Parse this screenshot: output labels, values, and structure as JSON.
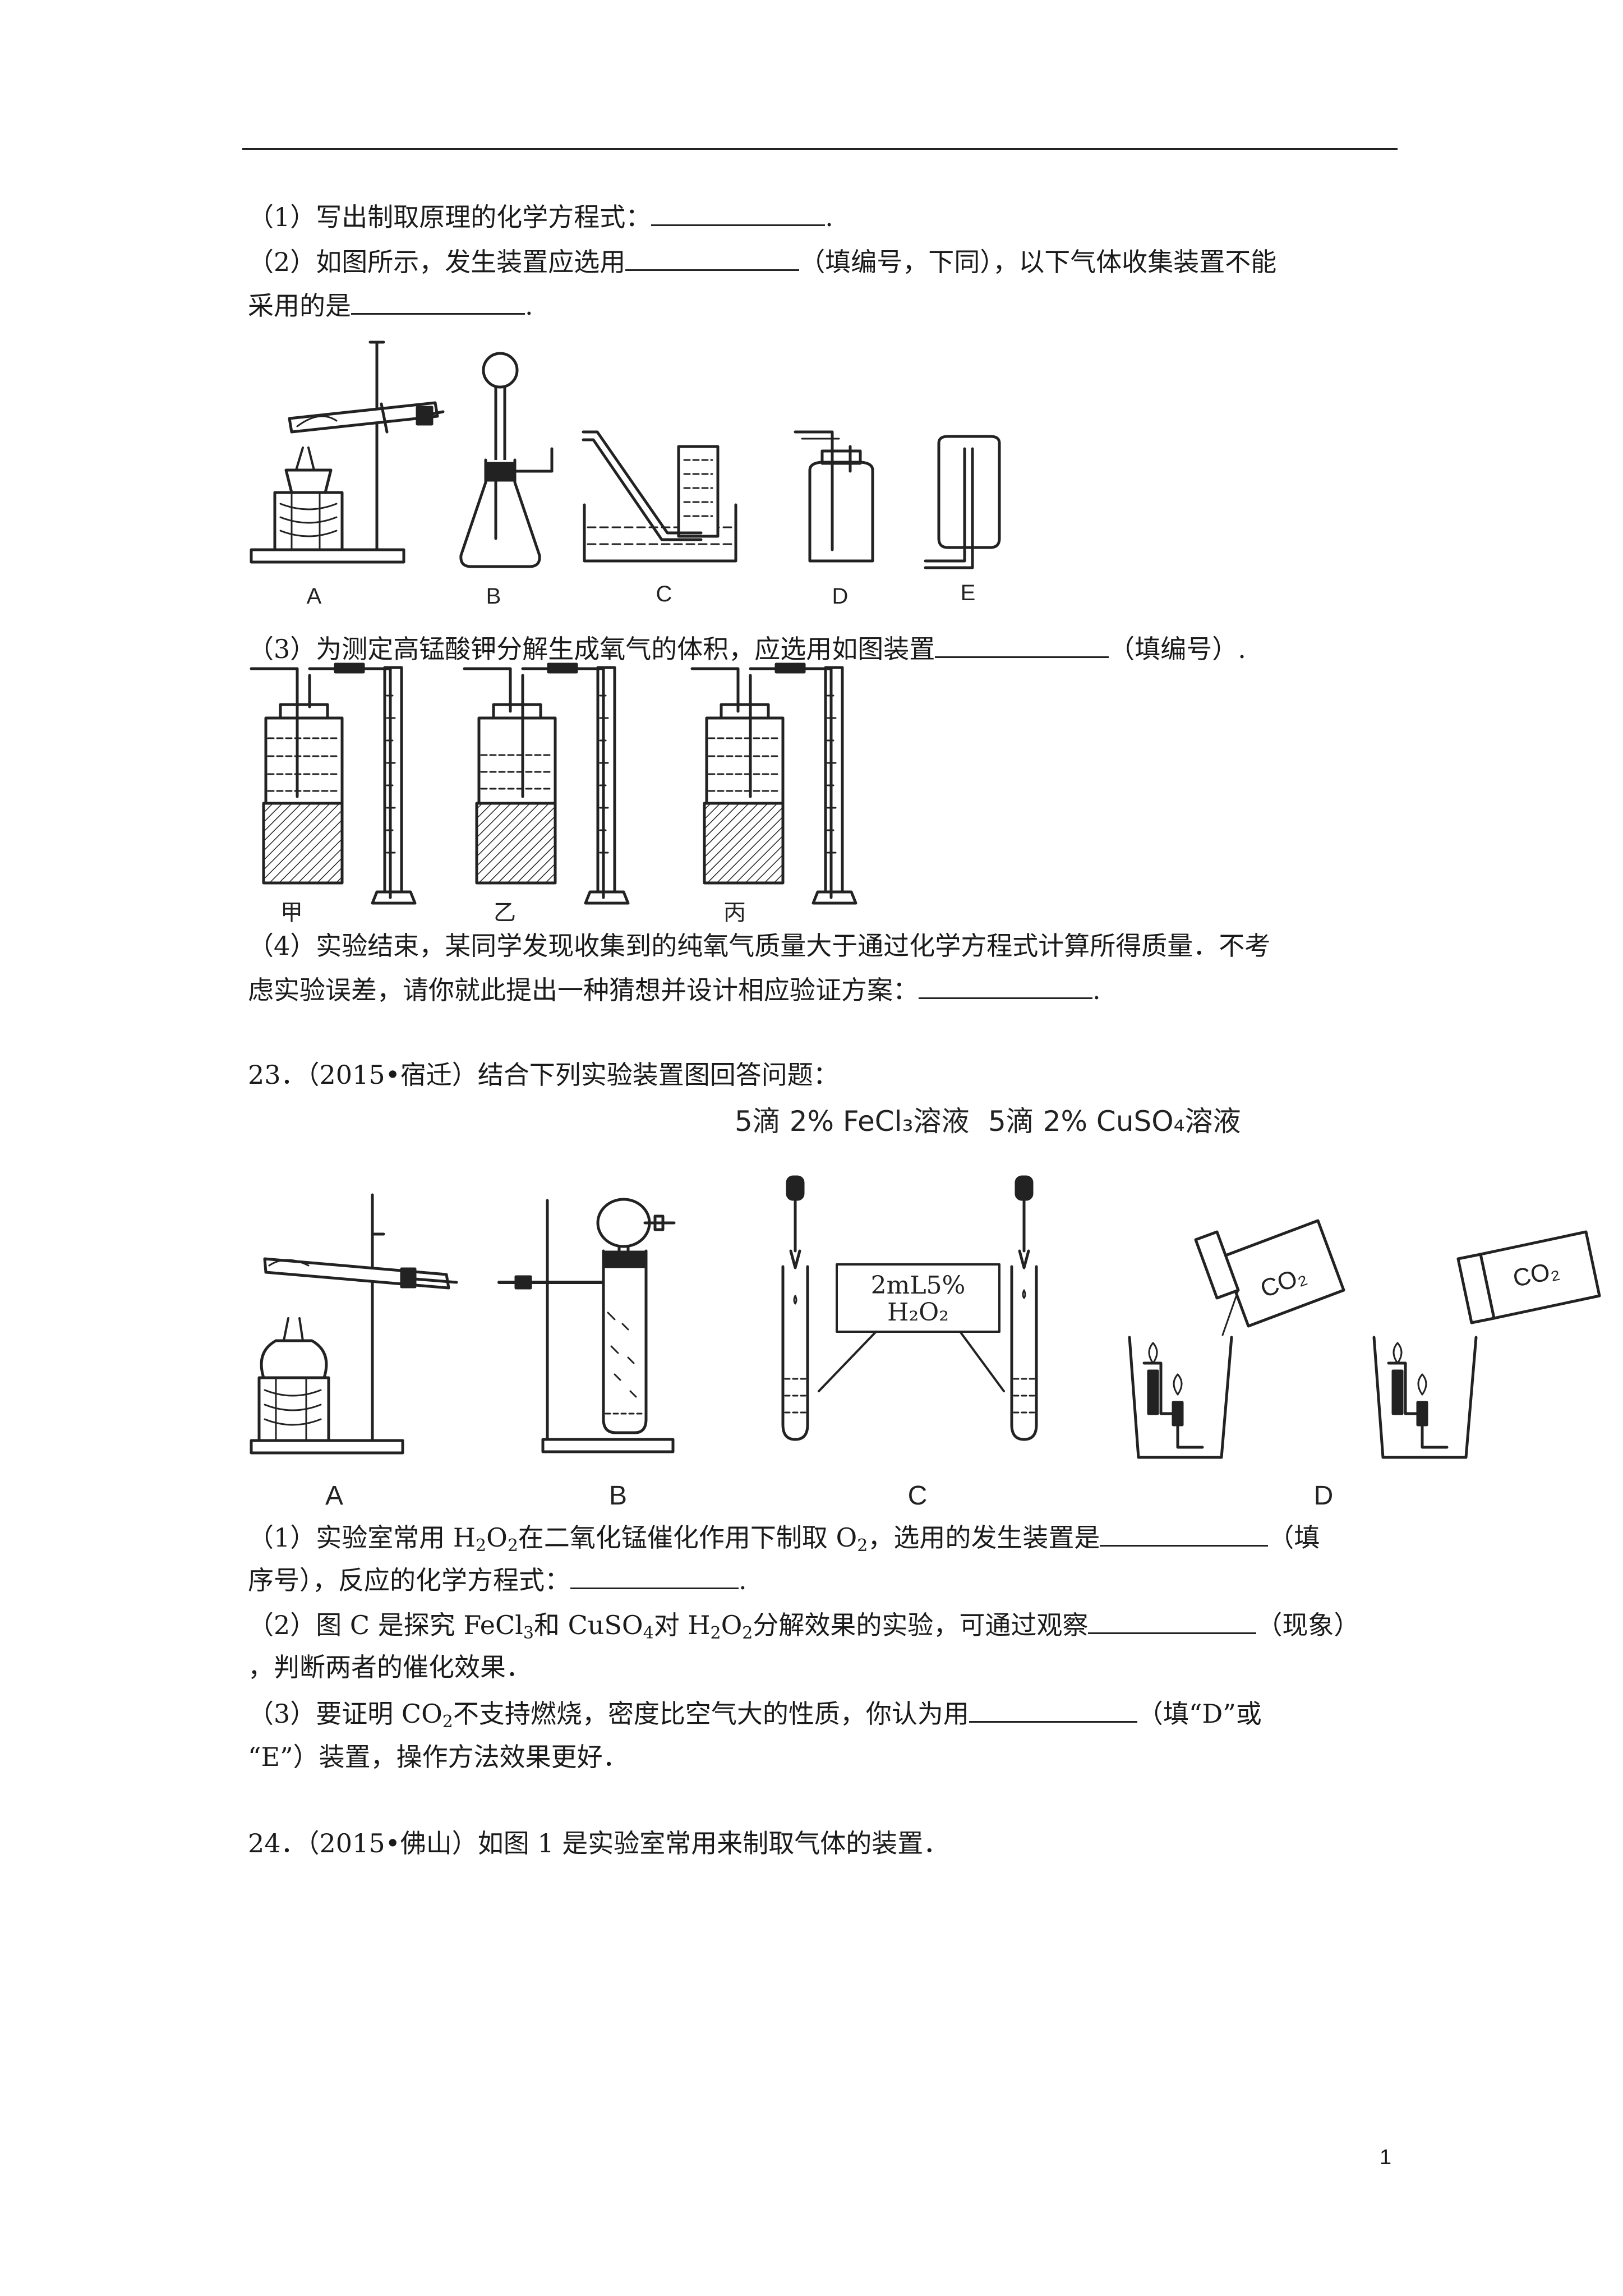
{
  "q22": {
    "p1_pre": "（1）写出制取原理的化学方程式：",
    "p1_post": ".",
    "p2_pre": "（2）如图所示，发生装置应选用",
    "p2_mid": "（填编号，下同），以下气体收集装置不能",
    "p2b_pre": "采用的是",
    "p2b_post": ".",
    "fig1_labels": [
      "A",
      "B",
      "C",
      "D",
      "E"
    ],
    "p3_pre": "（3）为测定高锰酸钾分解生成氧气的体积，应选用如图装置",
    "p3_post": "（填编号）.",
    "fig2_labels": [
      "甲",
      "乙",
      "丙"
    ],
    "p4a": "（4）实验结束，某同学发现收集到的纯氧气质量大于通过化学方程式计算所得质量．不考",
    "p4b_pre": "虑实验误差，请你就此提出一种猜想并设计相应验证方案：",
    "p4b_post": "."
  },
  "q23": {
    "heading": "23．（2015•宿迁）结合下列实验装置图回答问题：",
    "fig_top_left": "5滴 2% FeCl₃溶液",
    "fig_top_right": "5滴 2% CuSO₄溶液",
    "fig_box_line1": "2mL5%",
    "fig_box_line2": "H₂O₂",
    "fig_co2": "CO₂",
    "fig_labels": [
      "A",
      "B",
      "C",
      "D"
    ],
    "s1_pre": "（1）实验室常用 H",
    "s1_sub1": "2",
    "s1_mid1": "O",
    "s1_sub2": "2",
    "s1_mid2": "在二氧化锰催化作用下制取 O",
    "s1_sub3": "2",
    "s1_mid3": "，选用的发生装置是",
    "s1_end": "（填",
    "s1b_pre": "序号），反应的化学方程式：",
    "s1b_post": ".",
    "s2_pre": "（2）图 C 是探究 FeCl",
    "s2_sub1": "3",
    "s2_mid1": "和 CuSO",
    "s2_sub2": "4",
    "s2_mid2": "对 H",
    "s2_sub3": "2",
    "s2_mid3": "O",
    "s2_sub4": "2",
    "s2_mid4": "分解效果的实验，可通过观察",
    "s2_end": "（现象）",
    "s2b": "，判断两者的催化效果．",
    "s3_pre": "（3）要证明 CO",
    "s3_sub": "2",
    "s3_mid": "不支持燃烧，密度比空气大的性质，你认为用",
    "s3_end": "（填“D”或",
    "s3b": "“E”）装置，操作方法效果更好．"
  },
  "q24": {
    "heading": "24．（2015•佛山）如图 1 是实验室常用来制取气体的装置．"
  },
  "page_number": "1"
}
